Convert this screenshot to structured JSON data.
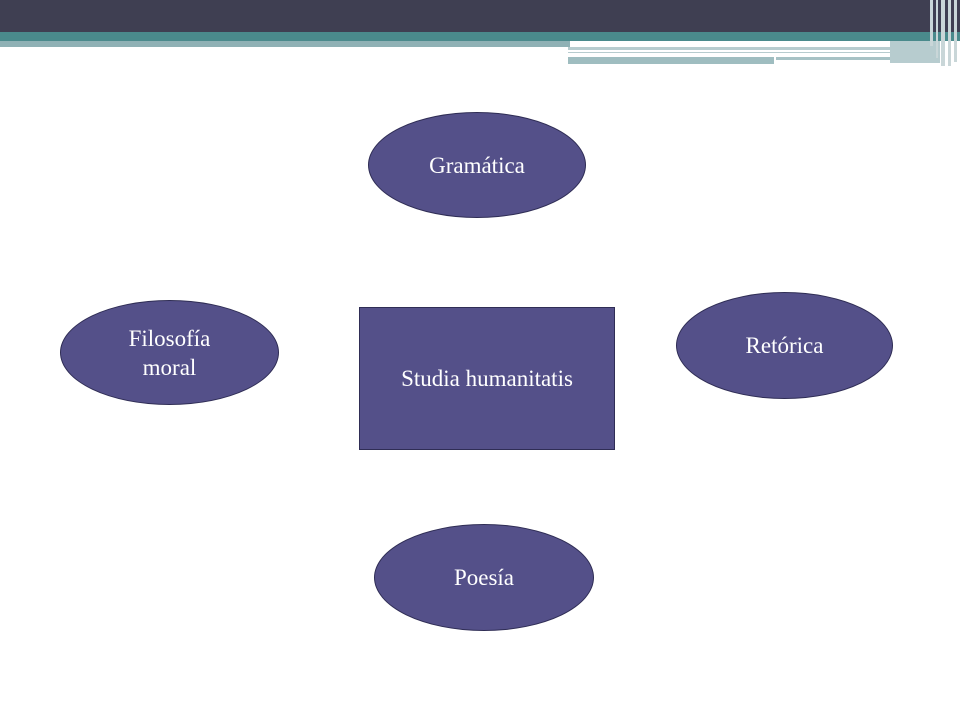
{
  "diagram": {
    "center": {
      "label": "Studia humanitatis"
    },
    "nodes": [
      {
        "id": "gramatica",
        "label": "Gramática"
      },
      {
        "id": "filosofia",
        "label": "Filosofía\nmoral"
      },
      {
        "id": "retorica",
        "label": "Retórica"
      },
      {
        "id": "poesia",
        "label": "Poesía"
      }
    ]
  },
  "colors": {
    "node_fill": "#545089",
    "node_border": "#2f2d55",
    "header_dark": "#3f3f52",
    "header_teal": "#4a8a8c",
    "text": "#ffffff"
  }
}
